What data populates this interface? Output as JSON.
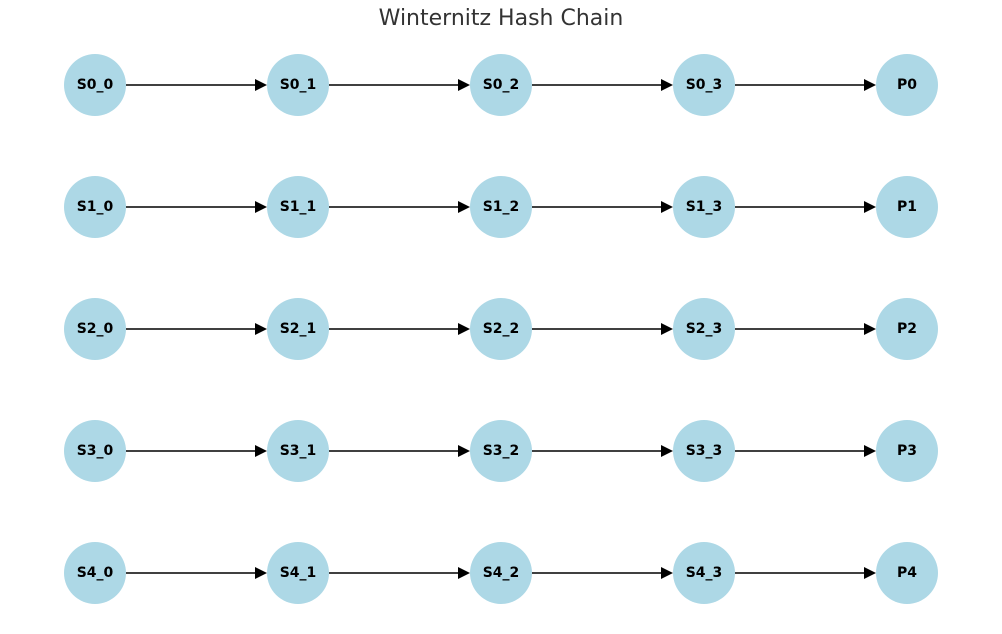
{
  "title": "Winternitz Hash Chain",
  "colors": {
    "node_fill": "#add8e6",
    "edge": "#000000",
    "title": "#333333"
  },
  "diagram": {
    "chains": [
      {
        "nodes": [
          "S0_0",
          "S0_1",
          "S0_2",
          "S0_3",
          "P0"
        ]
      },
      {
        "nodes": [
          "S1_0",
          "S1_1",
          "S1_2",
          "S1_3",
          "P1"
        ]
      },
      {
        "nodes": [
          "S2_0",
          "S2_1",
          "S2_2",
          "S2_3",
          "P2"
        ]
      },
      {
        "nodes": [
          "S3_0",
          "S3_1",
          "S3_2",
          "S3_3",
          "P3"
        ]
      },
      {
        "nodes": [
          "S4_0",
          "S4_1",
          "S4_2",
          "S4_3",
          "P4"
        ]
      }
    ]
  }
}
